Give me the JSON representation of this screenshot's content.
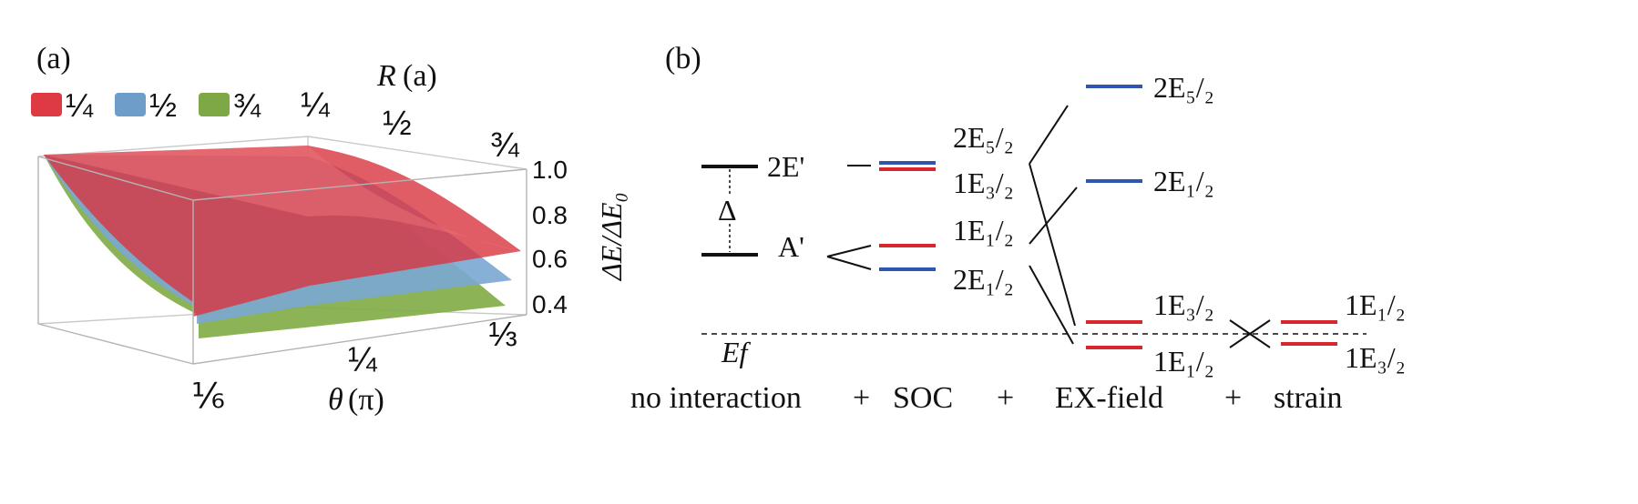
{
  "panel_a": {
    "label": "(a)",
    "legend": [
      {
        "text": "¼",
        "color": "#dd3a44"
      },
      {
        "text": "½",
        "color": "#6f9dc9"
      },
      {
        "text": "¾",
        "color": "#7ea846"
      }
    ],
    "r_axis": {
      "title_sym": "R",
      "title_unit": "(a)",
      "ticks": [
        "¼",
        "½",
        "¾"
      ]
    },
    "theta_axis": {
      "title_sym": "θ",
      "title_unit": "(π)",
      "ticks": [
        "⅙",
        "¼",
        "⅓"
      ]
    },
    "z_axis": {
      "title": "ΔE/ΔE₀",
      "ticks": [
        "1.0",
        "0.8",
        "0.6",
        "0.4"
      ]
    }
  },
  "panel_b": {
    "label": "(b)",
    "colors": {
      "red": "#d8262e",
      "blue": "#2e55b0",
      "black": "#111111"
    },
    "no_interaction": {
      "upper": "2E'",
      "lower": "A'",
      "gap": "Δ"
    },
    "soc": {
      "lbl1": "2E₅/₂",
      "lbl2": "1E₃/₂",
      "lbl3": "1E₁/₂",
      "lbl4": "2E₁/₂"
    },
    "ex_field": {
      "lbl1": "2E₅/₂",
      "lbl2": "2E₁/₂",
      "lbl3": "1E₃/₂",
      "lbl4": "1E₁/₂"
    },
    "strain": {
      "lbl1": "1E₁/₂",
      "lbl2": "1E₃/₂"
    },
    "fermi": "Ef",
    "bottom": {
      "no_interaction": "no interaction",
      "plus1": "+",
      "soc": "SOC",
      "plus2": "+",
      "ex_field": "EX-field",
      "plus3": "+",
      "strain": "strain"
    }
  }
}
